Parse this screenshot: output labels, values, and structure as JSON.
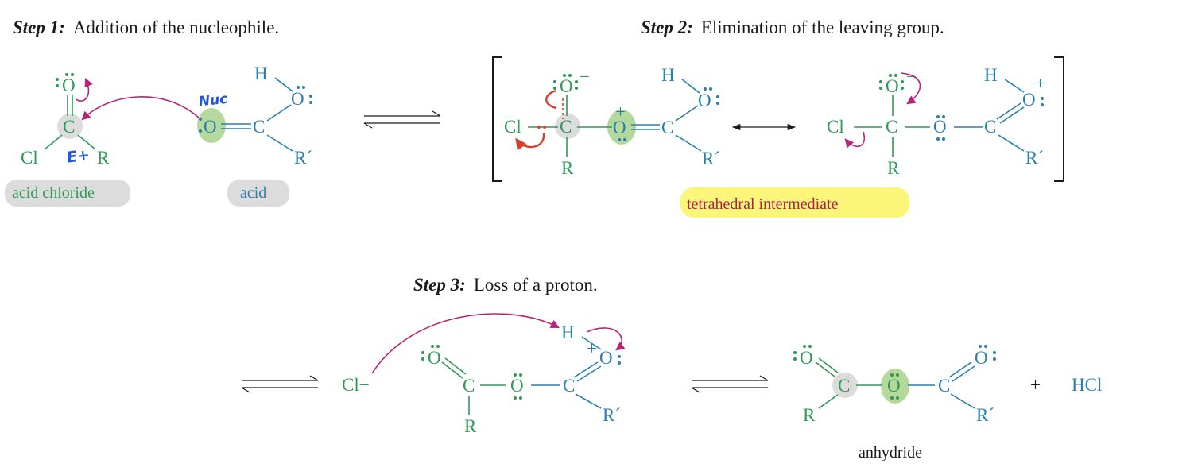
{
  "steps": [
    {
      "number": "Step 1:",
      "text": "Addition of the nucleophile."
    },
    {
      "number": "Step 2:",
      "text": "Elimination of the leaving group."
    },
    {
      "number": "Step 3:",
      "text": "Loss of a proton."
    }
  ],
  "atoms": {
    "O": "O",
    "C": "C",
    "Cl": "Cl",
    "R": "R",
    "R_prime": "R´",
    "H": "H",
    "Cl_minus": "Cl−",
    "HCl": "HCl",
    "minus": "−",
    "plus": "+"
  },
  "labels": {
    "acid_chloride": "acid chloride",
    "acid": "acid",
    "tetrahedral_intermediate": "tetrahedral intermediate",
    "anhydride": "anhydride"
  },
  "annotations": {
    "nuc": "Nuc",
    "e_plus": "E+"
  },
  "colors": {
    "acid_chloride": "#2e9a55",
    "acid": "#2b7fae",
    "curved_arrow": "#b5237a",
    "handwriting_blue": "#2456d6",
    "handwriting_red": "#d8402a",
    "highlight_gray": "#dcdcdc",
    "highlight_green": "#b5d99c",
    "highlight_yellow": "#fbf67a"
  }
}
